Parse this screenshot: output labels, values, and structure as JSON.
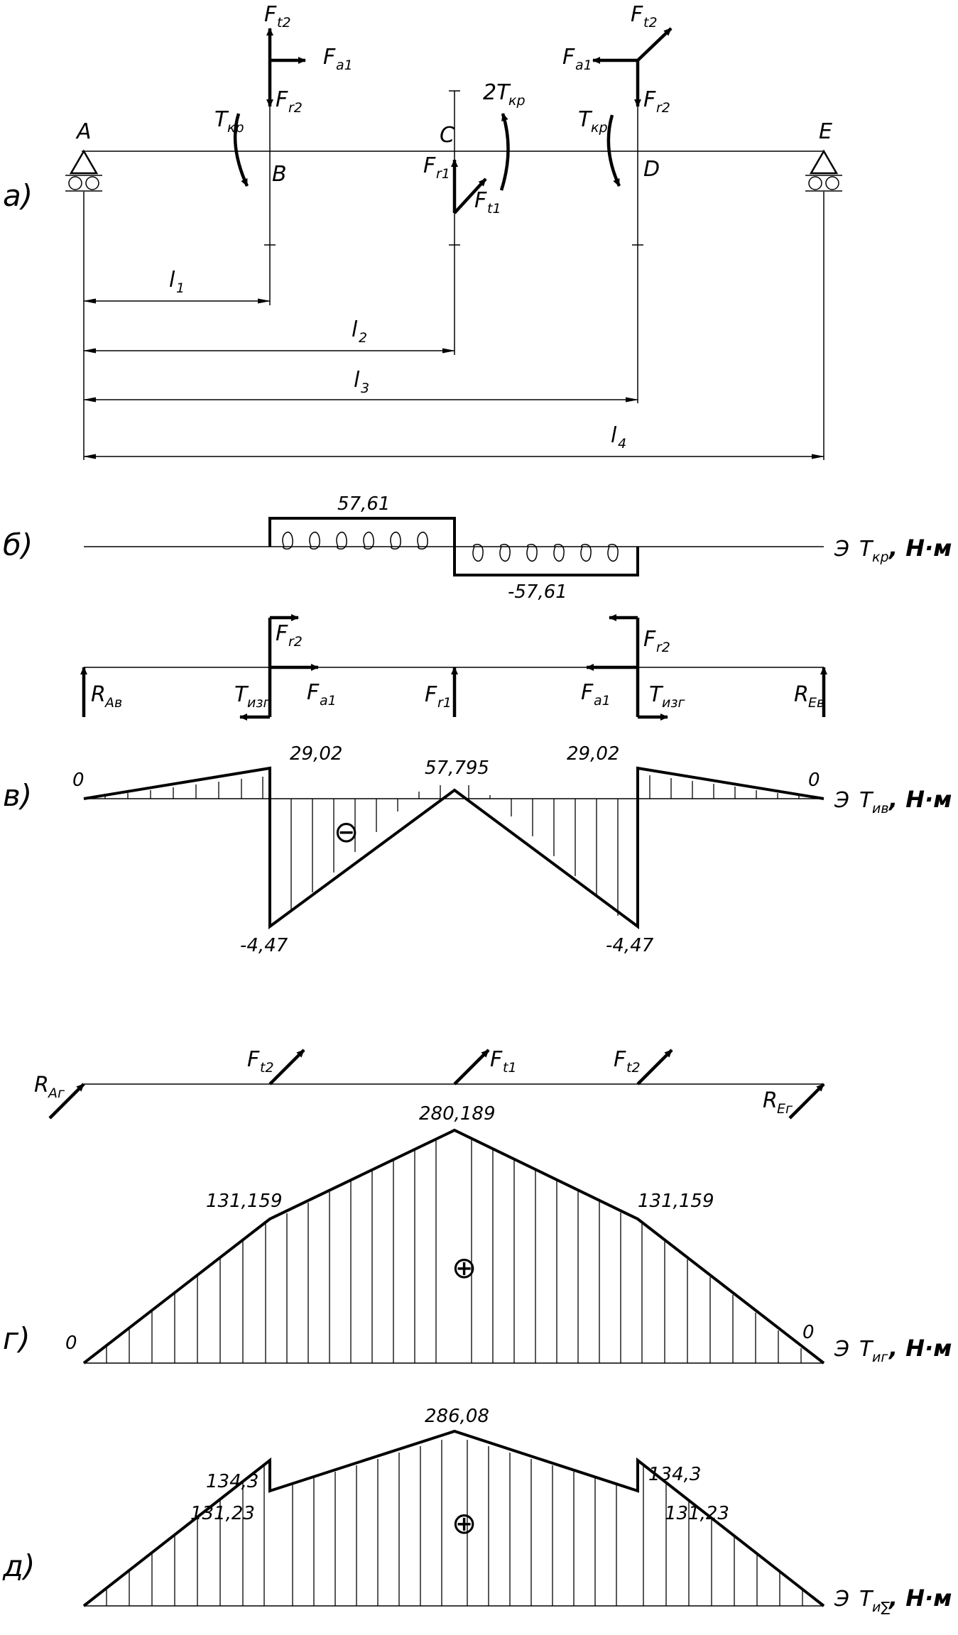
{
  "panels": {
    "a": "а)",
    "b": "б)",
    "v": "в)",
    "g": "г)",
    "d": "д)"
  },
  "points": {
    "A": "A",
    "B": "B",
    "C": "C",
    "D": "D",
    "E": "E"
  },
  "dims": {
    "l1": "l",
    "l1_sub": "1",
    "l2": "l",
    "l2_sub": "2",
    "l3": "l",
    "l3_sub": "3",
    "l4": "l",
    "l4_sub": "4"
  },
  "forces": {
    "F": "F",
    "t2": "t2",
    "a1": "a1",
    "r2": "r2",
    "r1": "r1",
    "t1": "t1",
    "T": "T",
    "kr": "кр",
    "two_T": "2T",
    "izg": "изг",
    "R": "R",
    "Av": "Aв",
    "Ev": "Eв",
    "Ag": "Aг",
    "Eg": "Eг"
  },
  "torque_diagram": {
    "pos_value": "57,61",
    "neg_value": "-57,61",
    "axis_prefix": "Э",
    "axis_T": "T",
    "axis_sub": "кр",
    "unit": ", Н·м"
  },
  "vertical_moment": {
    "left_zero": "0",
    "right_zero": "0",
    "b_left_value": "29,02",
    "c_value": "57,795",
    "d_value": "29,02",
    "b_neg_value": "-4,47",
    "d_neg_value": "-4,47",
    "sign": "⊖",
    "axis_prefix": "Э",
    "axis_T": "T",
    "axis_sub": "ив",
    "unit": ", Н·м"
  },
  "horizontal_moment": {
    "left_zero": "0",
    "right_zero": "0",
    "b_value": "131,159",
    "c_value": "280,189",
    "d_value": "131,159",
    "sign": "⊕",
    "axis_prefix": "Э",
    "axis_T": "T",
    "axis_sub": "иг",
    "unit": ", Н·м"
  },
  "total_moment": {
    "peak_value": "286,08",
    "b_upper": "134,3",
    "b_lower": "131,23",
    "d_upper": "134,3",
    "d_lower": "131,23",
    "sign": "⊕",
    "axis_prefix": "Э",
    "axis_T": "T",
    "axis_sub": "и∑",
    "unit": ", Н·м"
  }
}
